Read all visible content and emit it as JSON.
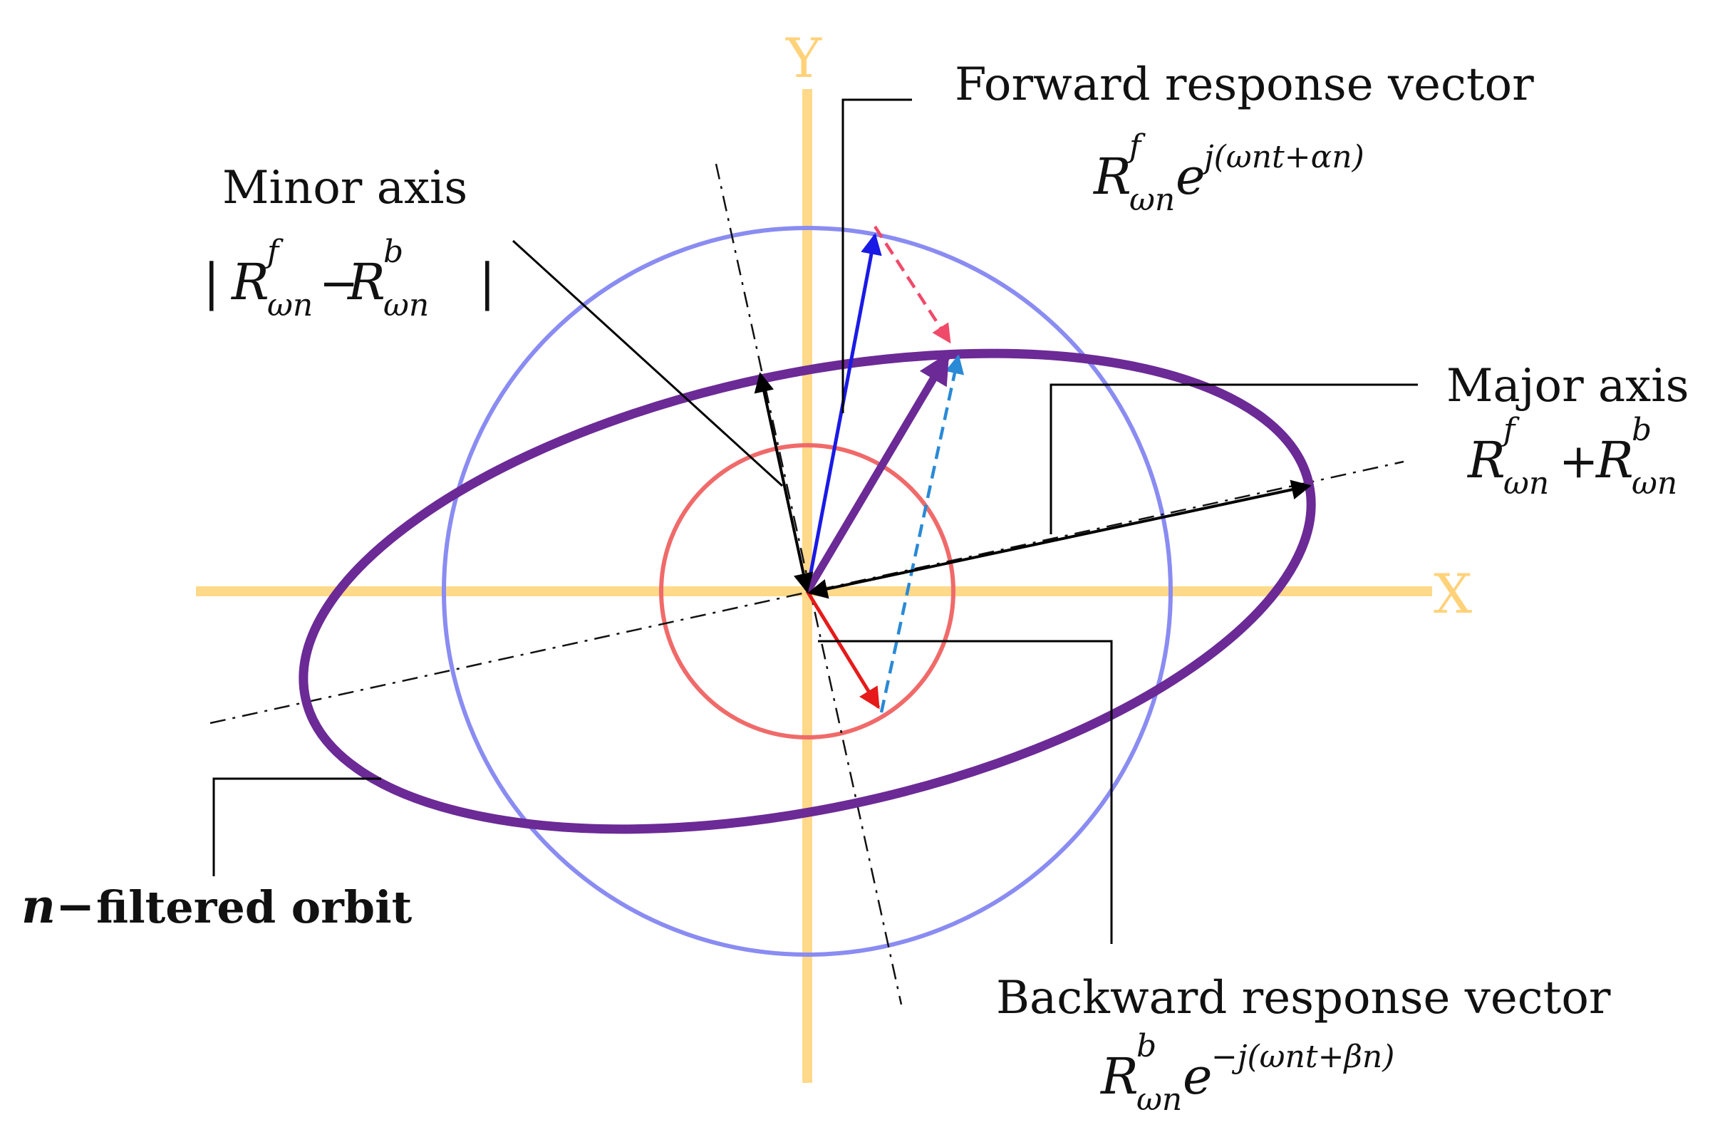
{
  "axes": {
    "x_label": "X",
    "y_label": "Y"
  },
  "labels": {
    "forward_title": "Forward response vector",
    "backward_title": "Backward response vector",
    "minor_title": "Minor axis",
    "major_title": "Major axis",
    "orbit_name": "filtered orbit",
    "orbit_prefix": "n−"
  },
  "math": {
    "R": "R",
    "e": "e",
    "omega_n": "ωn",
    "sup_f": "f",
    "sup_b": "b",
    "forward_exp": "j(ωnt+αn)",
    "backward_exp": "−j(ωnt+βn)",
    "minus": "−",
    "plus": "+",
    "bar": "|"
  },
  "colors": {
    "axis": "#ffd98a",
    "forward_circle": "#8a8cf2",
    "backward_circle": "#f06a6a",
    "orbit": "#6b2a96",
    "forward_vector": "#1a1ae6",
    "backward_vector": "#e61a1a",
    "dashed_red": "#f04a6a",
    "dashed_blue": "#2a8ad6"
  }
}
